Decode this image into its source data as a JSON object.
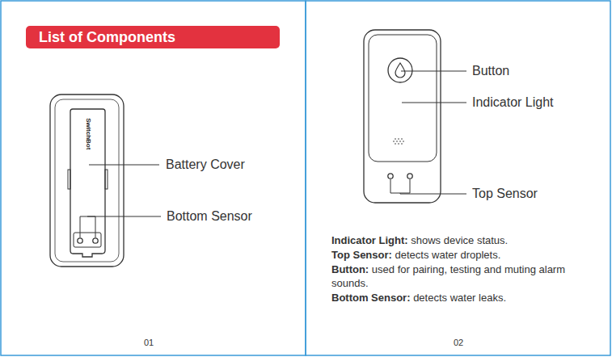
{
  "diagram": {
    "title": "List of Components",
    "labels": [
      "SwitchBot",
      "Battery Cover",
      "Bottom Sensor",
      "Button",
      "Indicator Light",
      "Top Sensor",
      "Indicator Light:",
      "shows device status.",
      "Top Sensor:",
      "detects water droplets.",
      "Button:",
      "used for pairing, testing and muting alarm sounds.",
      "Bottom Sensor:",
      "detects water leaks.",
      "01",
      "02"
    ]
  }
}
